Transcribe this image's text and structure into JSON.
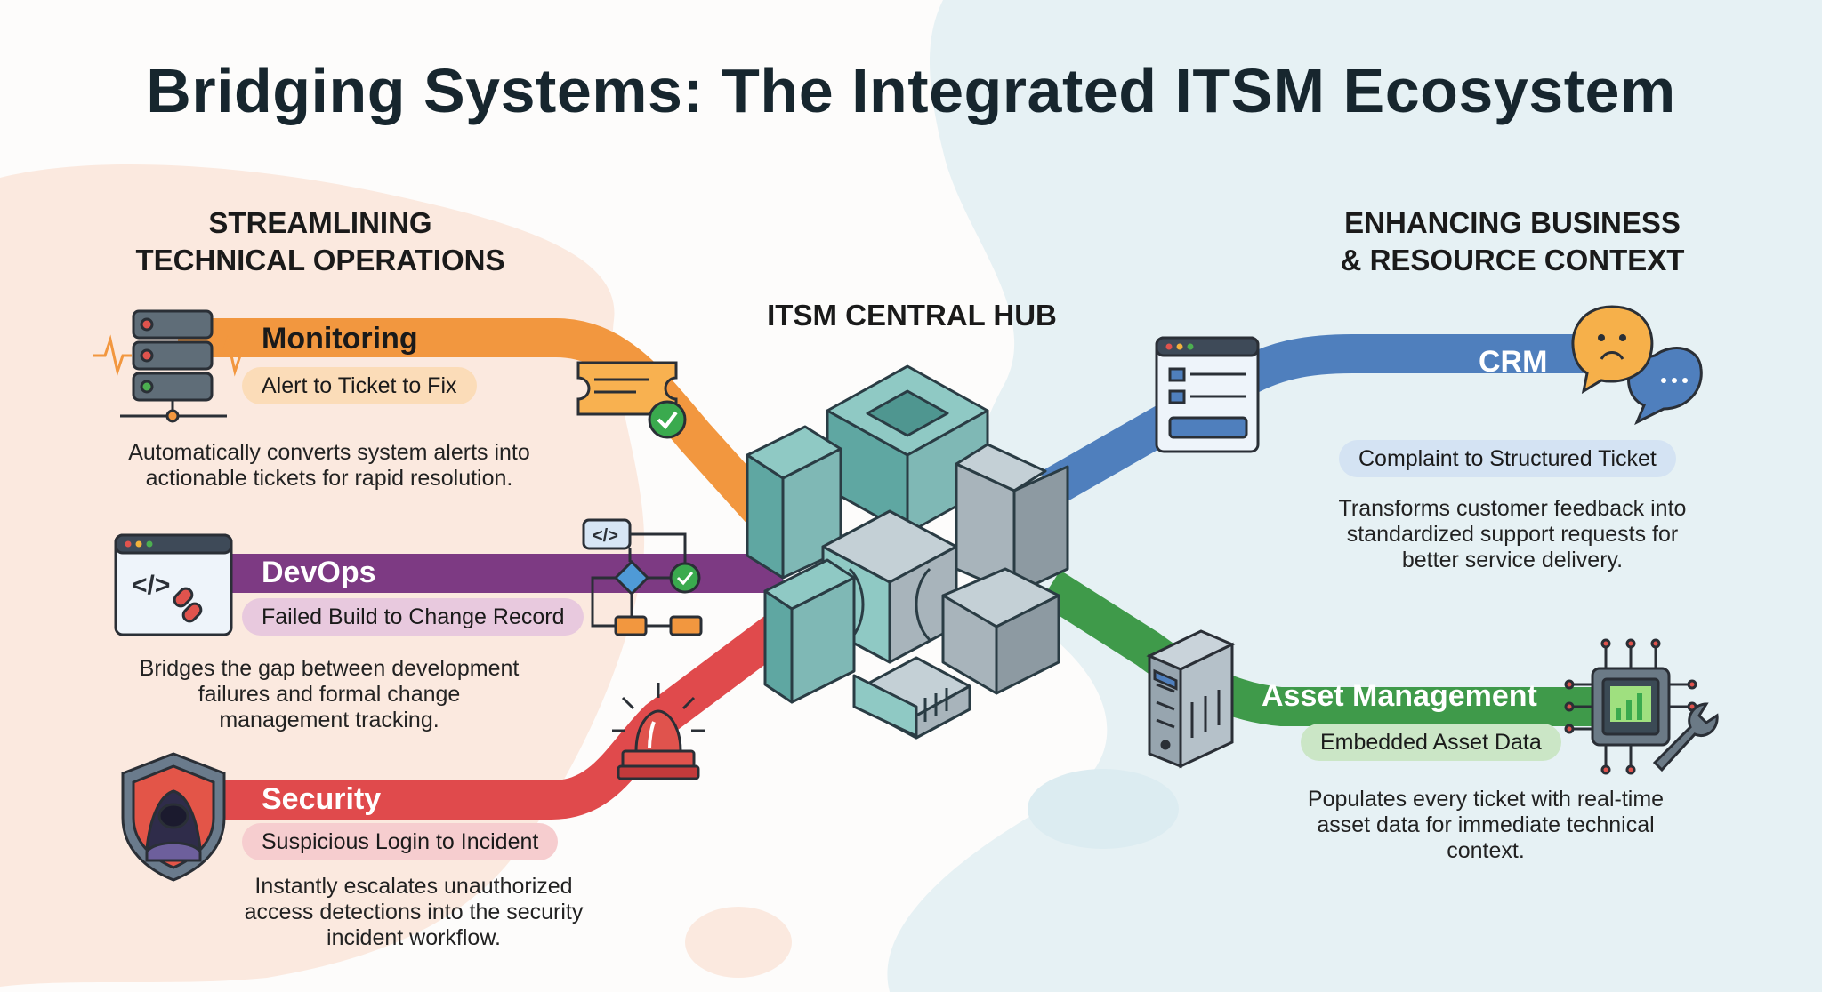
{
  "title": "Bridging Systems: The Integrated ITSM Ecosystem",
  "left_section": {
    "heading_line1": "STREAMLINING",
    "heading_line2": "TECHNICAL OPERATIONS"
  },
  "right_section": {
    "heading_line1": "ENHANCING BUSINESS",
    "heading_line2": "& RESOURCE CONTEXT"
  },
  "hub": {
    "label": "ITSM CENTRAL HUB"
  },
  "integrations": {
    "monitoring": {
      "name": "Monitoring",
      "flow": "Alert to Ticket to Fix",
      "desc_l1": "Automatically converts system alerts into",
      "desc_l2": "actionable tickets for rapid resolution.",
      "color": "#f2973f"
    },
    "devops": {
      "name": "DevOps",
      "flow": "Failed Build to Change Record",
      "desc_l1": "Bridges the gap between development",
      "desc_l2": "failures and formal change",
      "desc_l3": "management tracking.",
      "color": "#7d3a83"
    },
    "security": {
      "name": "Security",
      "flow": "Suspicious Login to Incident",
      "desc_l1": "Instantly escalates unauthorized",
      "desc_l2": "access detections into the security",
      "desc_l3": "incident workflow.",
      "color": "#e04a4c"
    },
    "crm": {
      "name": "CRM",
      "flow": "Complaint to Structured Ticket",
      "desc_l1": "Transforms customer feedback into",
      "desc_l2": "standardized support requests for",
      "desc_l3": "better service delivery.",
      "color": "#4f7fbd"
    },
    "asset": {
      "name": "Asset Management",
      "flow": "Embedded Asset Data",
      "desc_l1": "Populates every ticket with real-time",
      "desc_l2": "asset data for immediate technical",
      "desc_l3": "context.",
      "color": "#3f9a4a"
    }
  },
  "icons": {
    "server_rack": "server-rack-icon",
    "ticket_check": "ticket-check-icon",
    "code_window": "code-window-icon",
    "workflow": "workflow-diagram-icon",
    "hacker_shield": "hacker-shield-icon",
    "siren": "alarm-siren-icon",
    "form_window": "form-window-icon",
    "sad_chat": "sad-chat-bubble-icon",
    "tower_server": "tower-server-icon",
    "chip_wrench": "chip-wrench-icon",
    "hub_cube": "interlocked-cube-icon"
  }
}
